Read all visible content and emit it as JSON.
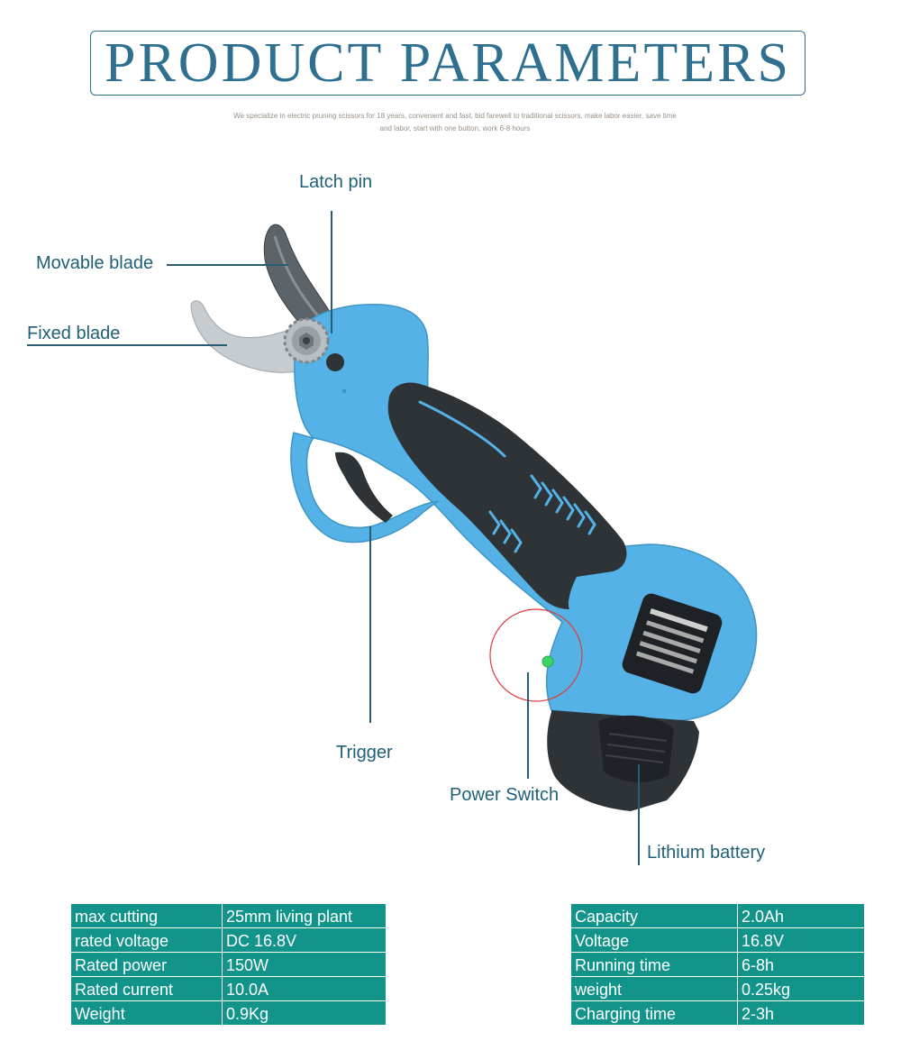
{
  "header": {
    "title": "PRODUCT PARAMETERS",
    "subtitle_line1": "We specialize in electric pruning scissors for 18 years, convenient and fast, bid farewell to traditional scissors, make labor easier, save time",
    "subtitle_line2": "and labor, start with one button, work 6-8 hours"
  },
  "callouts": {
    "latch_pin": "Latch pin",
    "movable_blade": "Movable blade",
    "fixed_blade": "Fixed blade",
    "trigger": "Trigger",
    "power_switch": "Power Switch",
    "lithium_battery": "Lithium battery"
  },
  "colors": {
    "accent": "#2f6f8f",
    "table_fill": "#12948a",
    "body_blue": "#55b2e6",
    "grip_dark": "#2e3338"
  },
  "specs_left": [
    {
      "label": "max cutting",
      "value": "25mm living plant"
    },
    {
      "label": "rated voltage",
      "value": "DC 16.8V"
    },
    {
      "label": "Rated power",
      "value": "150W"
    },
    {
      "label": "Rated current",
      "value": "10.0A"
    },
    {
      "label": "Weight",
      "value": "0.9Kg"
    }
  ],
  "specs_right": [
    {
      "label": "Capacity",
      "value": "2.0Ah"
    },
    {
      "label": "Voltage",
      "value": "16.8V"
    },
    {
      "label": "Running time",
      "value": "6-8h"
    },
    {
      "label": "weight",
      "value": "0.25kg"
    },
    {
      "label": "Charging time",
      "value": "2-3h"
    }
  ]
}
